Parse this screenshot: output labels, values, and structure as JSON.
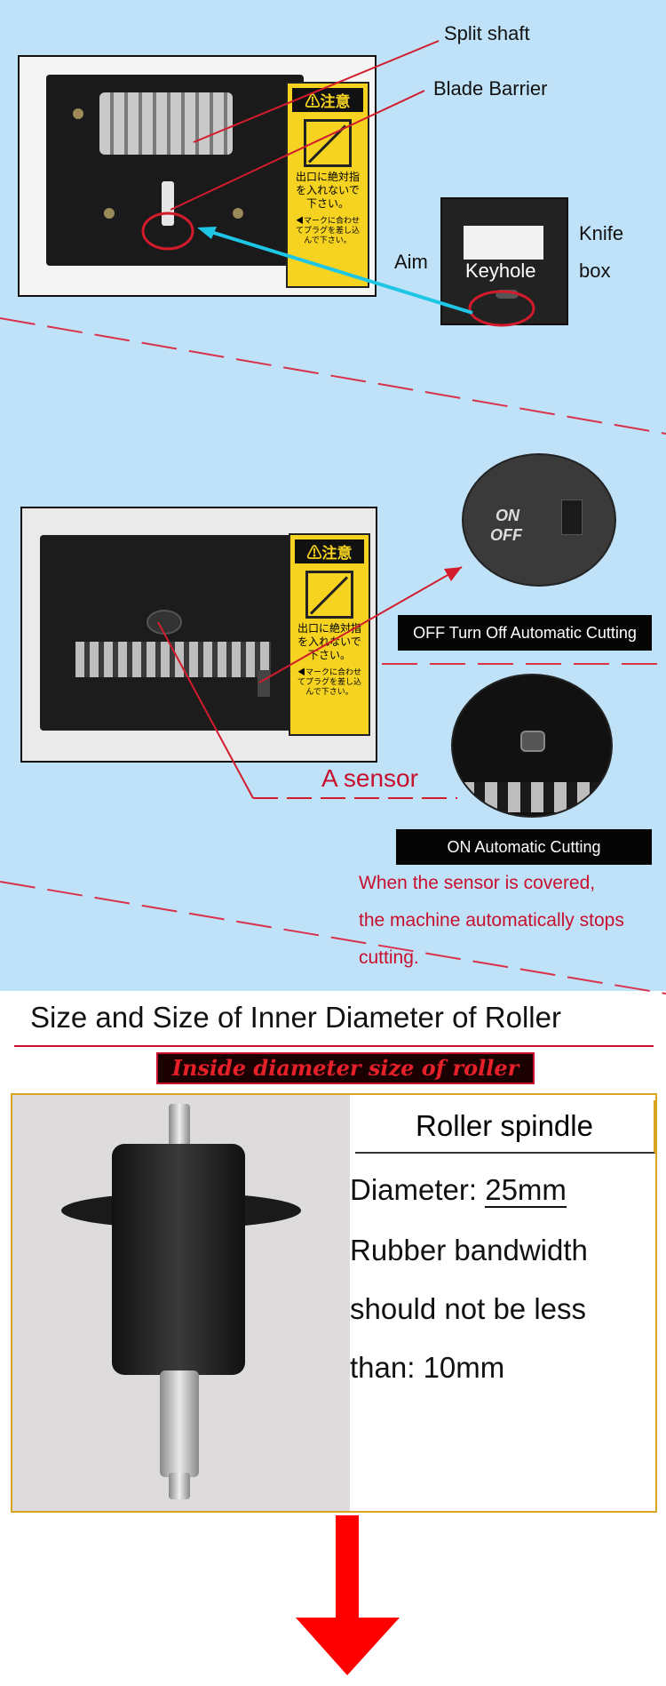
{
  "section_blade": {
    "split_shaft_label": "Split shaft",
    "blade_barrier_label": "Blade Barrier",
    "aim_label": "Aim",
    "keyhole_label": "Keyhole",
    "knife_label": "Knife",
    "box_label": "box",
    "warning_title": "⚠注意",
    "warning_text_1": "出口に絶対指を入れないで下さい。",
    "warning_text_2": "◀マークに合わせてプラグを差し込んで下さい。"
  },
  "section_sensor": {
    "on_label": "ON",
    "off_label": "OFF",
    "off_caption": "OFF Turn Off Automatic Cutting",
    "sensor_label": "A sensor",
    "on_caption": "ON Automatic Cutting",
    "note_line_1": "When the sensor is covered,",
    "note_line_2": "the machine automatically stops",
    "note_line_3": "cutting."
  },
  "section_roller": {
    "heading": "Size and Size of Inner Diameter of Roller",
    "banner": "Inside diameter size of roller",
    "spindle_title": "Roller spindle",
    "diameter_label": "Diameter:",
    "diameter_value": "25mm",
    "rubber_line_1": "Rubber bandwidth",
    "rubber_line_2": "should not be less",
    "rubber_line_3": "than: 10mm"
  },
  "colors": {
    "background_blue": "#bfe2f8",
    "accent_red": "#c8102e",
    "label_yellow": "#f5d320",
    "cyan_arrow": "#1ec6e6"
  }
}
